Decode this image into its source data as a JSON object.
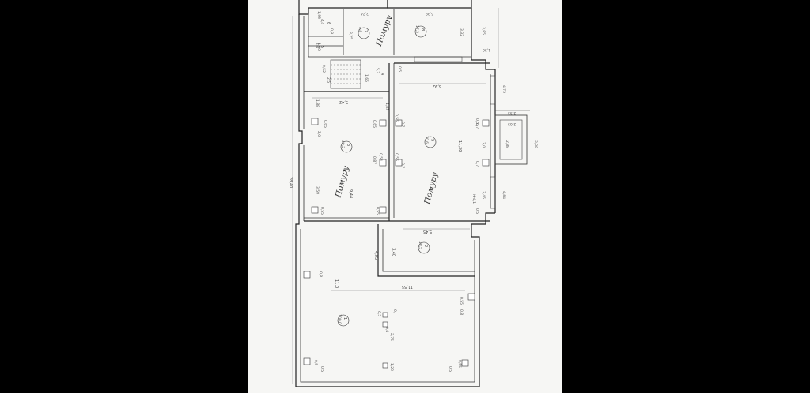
{
  "plan": {
    "handwritten": [
      "Помуру",
      "Помуру",
      "Помуру"
    ],
    "rooms": [
      {
        "num": "1",
        "area": "100,0"
      },
      {
        "num": "2",
        "area": "18,5"
      },
      {
        "num": "3",
        "area": "49,2"
      },
      {
        "num": "4",
        "area": "5,7"
      },
      {
        "num": "5",
        "area": "2,4"
      },
      {
        "num": "6",
        "area": "4,4"
      },
      {
        "num": "7",
        "area": "4,9"
      },
      {
        "num": "8",
        "area": "17,3"
      },
      {
        "num": "9",
        "area": "70,6"
      }
    ],
    "dims": {
      "overall_height": "28,40",
      "hall_length": "11,55",
      "hall_width": "11,0",
      "r9_length": "11,30",
      "r9_width": "6,92",
      "r3_width": "5,42",
      "r3_len": "9,44",
      "r2_w": "5,45",
      "r2_h": "3,40",
      "r2_side": "4,05",
      "porch_a": "2,33",
      "porch_b": "2,05",
      "porch_c": "2,88",
      "porch_d": "3,38",
      "right_a": "4,75",
      "right_b": "4,84",
      "top_right": "3,85",
      "top_small": "1,50",
      "r8_w": "5,39",
      "r8_h": "3,32",
      "r7_w": "3,25",
      "r7_top": "2,74",
      "h41": "H-4,1",
      "d345": "3,45",
      "d20a": "2,0",
      "d20b": "2,0",
      "d359": "3,59",
      "d188": "1,88",
      "d183": "1,83",
      "d275": "2,75",
      "d123": "1,23",
      "d165": "1,65",
      "d253": "2,5",
      "d100": "1,00",
      "d193": "1,93",
      "d09": "0,9",
      "d052": "0,52"
    },
    "columns": {
      "c055": "0,55",
      "c07": "0,7",
      "c065": "0,65",
      "c087": "0,87",
      "c054": "0,54",
      "c05": "0,5",
      "c08": "0,8",
      "c04": "0,4",
      "c0": "0,"
    }
  }
}
